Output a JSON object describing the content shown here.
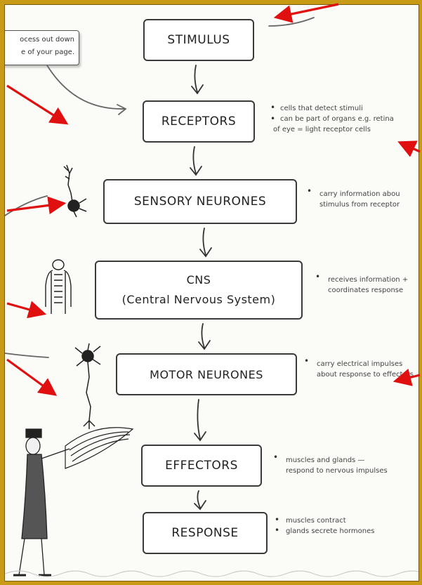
{
  "callout": {
    "line1": "ocess out down",
    "line2": "e of your page."
  },
  "steps": [
    {
      "id": "stimulus",
      "label": "STIMULUS",
      "notes": []
    },
    {
      "id": "receptors",
      "label": "RECEPTORS",
      "notes": [
        "cells that detect stimuli",
        "can be part of organs e.g. retina",
        "of eye = light receptor cells"
      ]
    },
    {
      "id": "sensory",
      "label": "SENSORY NEURONES",
      "notes": [
        "carry information abou",
        "stimulus from receptor"
      ]
    },
    {
      "id": "cns",
      "label": "CNS",
      "sublabel": "(Central Nervous System)",
      "notes": [
        "receives information +",
        "coordinates response"
      ]
    },
    {
      "id": "motor",
      "label": "MOTOR NEURONES",
      "notes": [
        "carry electrical impulses",
        "about response to effectors"
      ]
    },
    {
      "id": "effectors",
      "label": "EFFECTORS",
      "notes": [
        "muscles and glands —",
        "respond to nervous impulses"
      ]
    },
    {
      "id": "response",
      "label": "RESPONSE",
      "notes": [
        "muscles contract",
        "glands secrete hormones"
      ]
    }
  ],
  "colors": {
    "arrow": "#e01010",
    "background": "#c99a16",
    "ink": "#333333"
  },
  "icons": [
    "sensory-neurone-icon",
    "spinal-cord-icon",
    "motor-neurone-icon",
    "scientist-illustration",
    "muscle-illustration"
  ]
}
